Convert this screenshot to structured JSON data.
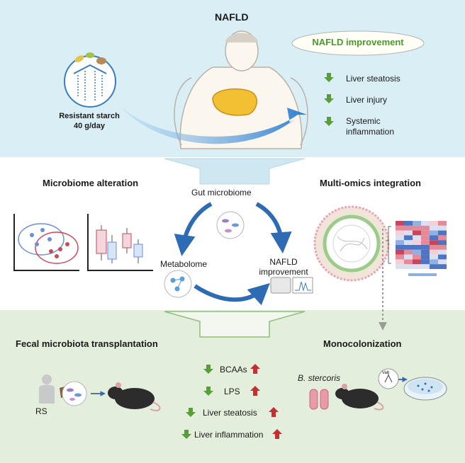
{
  "top": {
    "title": "NAFLD",
    "intervention": [
      "Resistant starch",
      "40 g/day"
    ],
    "improvement_title": "NAFLD improvement",
    "outcomes": [
      "Liver steatosis",
      "Liver injury",
      "Systemic",
      "inflammation"
    ]
  },
  "middle": {
    "left_title": "Microbiome alteration",
    "right_title": "Multi-omics integration",
    "cycle_top": "Gut microbiome",
    "cycle_left": "Metabolome",
    "cycle_right": [
      "NAFLD",
      "improvement"
    ]
  },
  "bottom": {
    "left_title": "Fecal microbiota transplantation",
    "right_title": "Monocolonization",
    "rs_label": "RS",
    "outcomes": [
      "BCAAs",
      "LPS",
      "Liver steatosis",
      "Liver inflammation"
    ],
    "species": "B. stercoris",
    "compound": "Val"
  },
  "colors": {
    "top_bg": "#daeef5",
    "bottom_bg": "#e4eedd",
    "down_arrow": "#5a9e3a",
    "up_arrow": "#c43030",
    "flow_arrow": "#2d6bb5",
    "improvement_text": "#4a9a2a"
  }
}
